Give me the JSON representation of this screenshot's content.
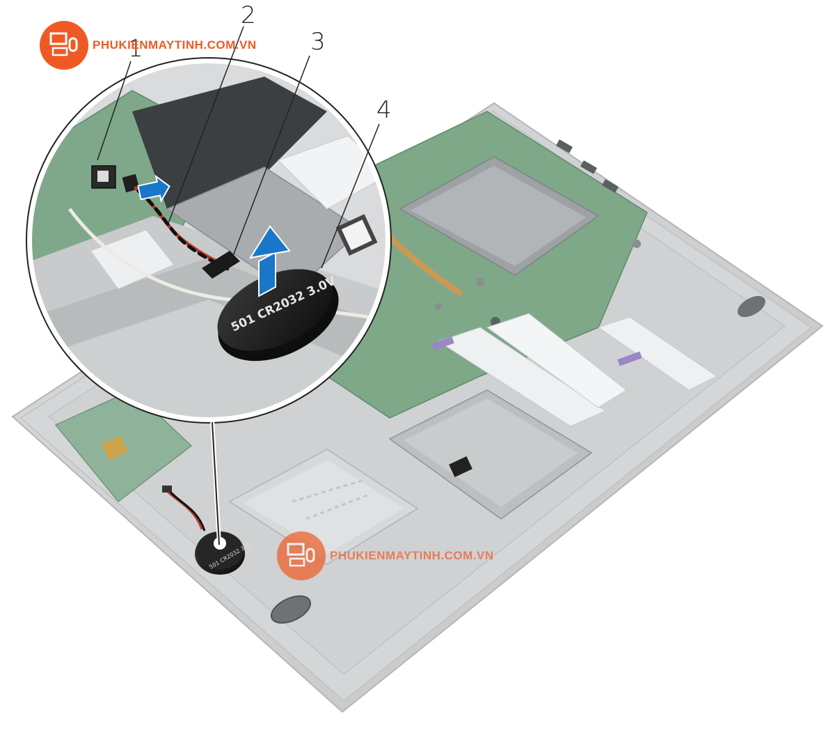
{
  "callouts": [
    {
      "id": "callout-1",
      "label": "1"
    },
    {
      "id": "callout-2",
      "label": "2"
    },
    {
      "id": "callout-3",
      "label": "3"
    },
    {
      "id": "callout-4",
      "label": "4"
    }
  ],
  "watermarks": {
    "top_text": "PHUKIENMAYTINH.COM.VN",
    "middle_text": "PHUKIENMAYTINH.COM.VN"
  },
  "battery": {
    "zoom_label": "501 CR2032 3.0V",
    "small_label": "501 CR2032 3.0V"
  },
  "colors": {
    "watermark_orange": "#ef5a24",
    "board_green": "#6d9a78",
    "chassis_gray": "#c9cbcc",
    "metal_gray": "#a8abad",
    "battery_black": "#1b1b1b",
    "arrow_blue": "#1976c8"
  }
}
